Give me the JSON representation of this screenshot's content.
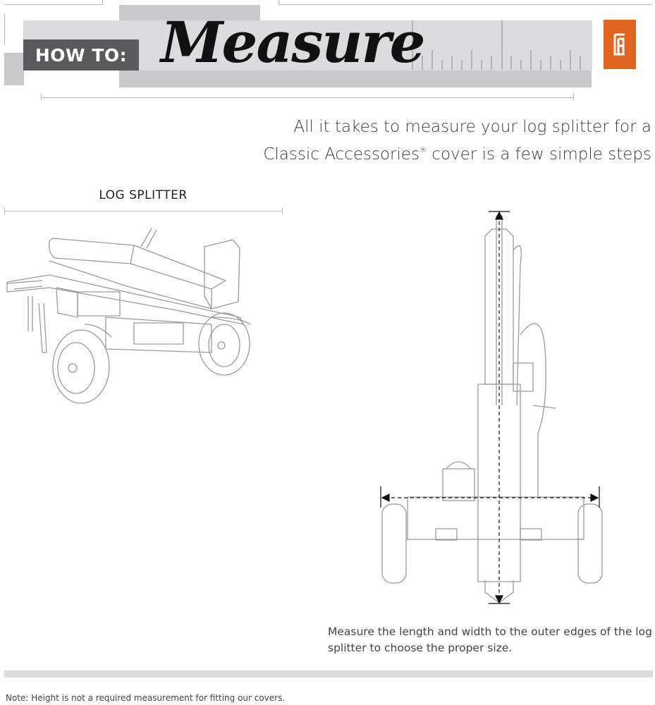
{
  "header": {
    "howto_label": "HOW TO:",
    "title": "Measure",
    "logo_icon": "classic-accessories-logo-icon",
    "brand_color": "#e0641e"
  },
  "intro": {
    "line1": "All it takes to measure your log splitter for a",
    "line2_brand": "Classic Accessories",
    "line2_mark": "®",
    "line2_rest": " cover is a few simple steps"
  },
  "product": {
    "label": "LOG SPLITTER"
  },
  "instructions": {
    "text": "Measure the length and width to the outer edges of the log splitter to choose the proper size."
  },
  "footer": {
    "note": "Note: Height is not a required measurement for fitting our covers."
  }
}
